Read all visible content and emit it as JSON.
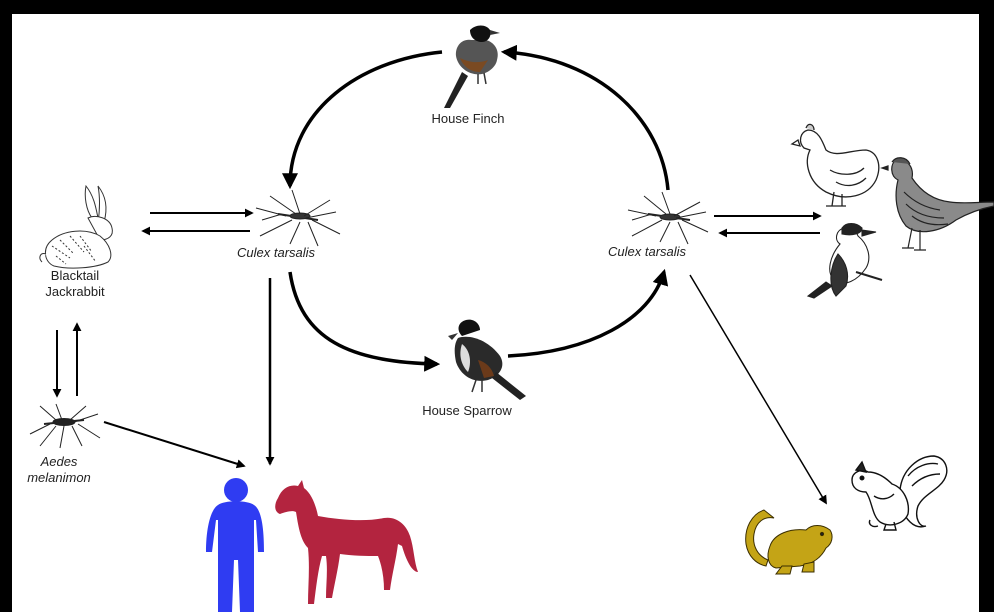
{
  "labels": {
    "house_finch": "House Finch",
    "house_sparrow": "House Sparrow",
    "culex_left": "Culex tarsalis",
    "culex_right": "Culex tarsalis",
    "jackrabbit_line1": "Blacktail",
    "jackrabbit_line2": "Jackrabbit",
    "aedes_line1": "Aedes",
    "aedes_line2": "melanimon"
  },
  "colors": {
    "frame": "#000000",
    "human": "#2f3cf2",
    "horse": "#b3243f",
    "chipmunk": "#c4a416",
    "arrow": "#000000"
  }
}
